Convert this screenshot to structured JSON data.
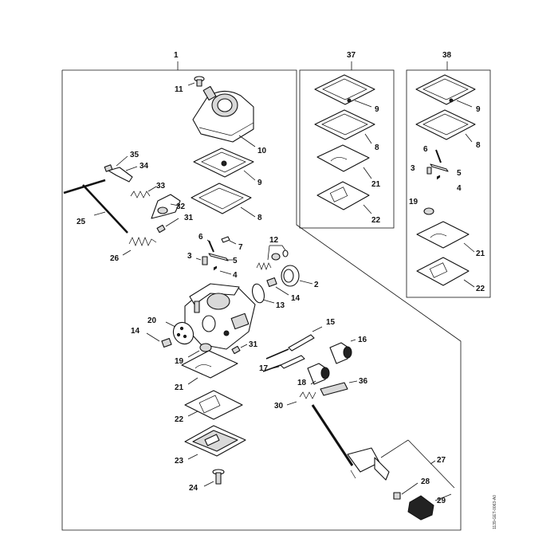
{
  "labels": {
    "l1": "1",
    "l37": "37",
    "l38": "38",
    "l11": "11",
    "l10": "10",
    "l9a": "9",
    "l8a": "8",
    "l35": "35",
    "l34": "34",
    "l33": "33",
    "l25": "25",
    "l32": "32",
    "l31a": "31",
    "l26": "26",
    "l6a": "6",
    "l7": "7",
    "l5a": "5",
    "l3a": "3",
    "l4a": "4",
    "l12": "12",
    "l2": "2",
    "l13": "13",
    "l14a": "14",
    "l20": "20",
    "l14b": "14",
    "l19a": "19",
    "l31b": "31",
    "l15": "15",
    "l16": "16",
    "l17": "17",
    "l18": "18",
    "l36": "36",
    "l21a": "21",
    "l30": "30",
    "l22a": "22",
    "l23": "23",
    "l24": "24",
    "l27": "27",
    "l28": "28",
    "l29": "29",
    "k37_9": "9",
    "k37_8": "8",
    "k37_21": "21",
    "k37_22": "22",
    "k38_9": "9",
    "k38_8": "8",
    "k38_6": "6",
    "k38_3": "3",
    "k38_5": "5",
    "k38_4": "4",
    "k38_19": "19",
    "k38_21": "21",
    "k38_22": "22"
  },
  "doc_number": "1139-GET-0063-A0"
}
